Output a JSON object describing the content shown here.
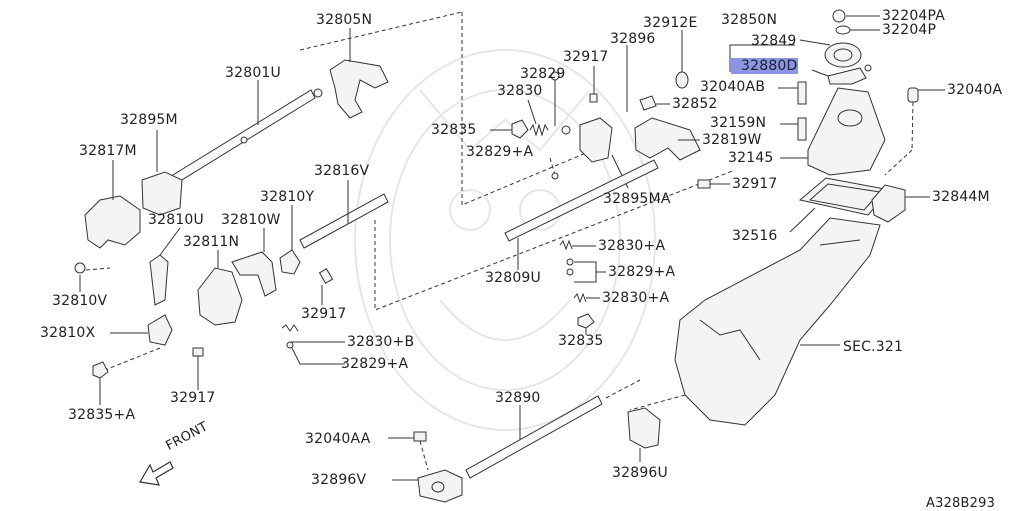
{
  "labels": {
    "l32805N": "32805N",
    "l32801U": "32801U",
    "l32895M": "32895M",
    "l32817M": "32817M",
    "l32816V": "32816V",
    "l32810Y": "32810Y",
    "l32810U": "32810U",
    "l32810W": "32810W",
    "l32811N": "32811N",
    "l32810V": "32810V",
    "l32917a": "32917",
    "l32810X": "32810X",
    "l32830B": "32830+B",
    "l32829B": "32829+A",
    "l32917b": "32917",
    "l32835A": "32835+A",
    "l32917c": "32917",
    "l32896": "32896",
    "l32912E": "32912E",
    "l32850N": "32850N",
    "l32204PA": "32204PA",
    "l32849": "32849",
    "l32204P": "32204P",
    "l32880D": "32880D",
    "l32829": "32829",
    "l32830": "32830",
    "l32040AB": "32040AB",
    "l32040A": "32040A",
    "l32852": "32852",
    "l32835": "32835",
    "l32159N": "32159N",
    "l32829A1": "32829+A",
    "l32819W": "32819W",
    "l32145": "32145",
    "l32917d": "32917",
    "l32895MA": "32895MA",
    "l32844M": "32844M",
    "l32516": "32516",
    "l32830A1": "32830+A",
    "l32809U": "32809U",
    "l32829A2": "32829+A",
    "l32830A2": "32830+A",
    "l32835b": "32835",
    "lSEC321": "SEC.321",
    "l32890": "32890",
    "l32040AA": "32040AA",
    "l32896V": "32896V",
    "l32896U": "32896U",
    "front": "FRONT",
    "code": "A328B293"
  },
  "colors": {
    "highlight": "#8b95e6",
    "line": "#333333"
  },
  "icons": {
    "front_arrow": "front-arrow-icon"
  }
}
